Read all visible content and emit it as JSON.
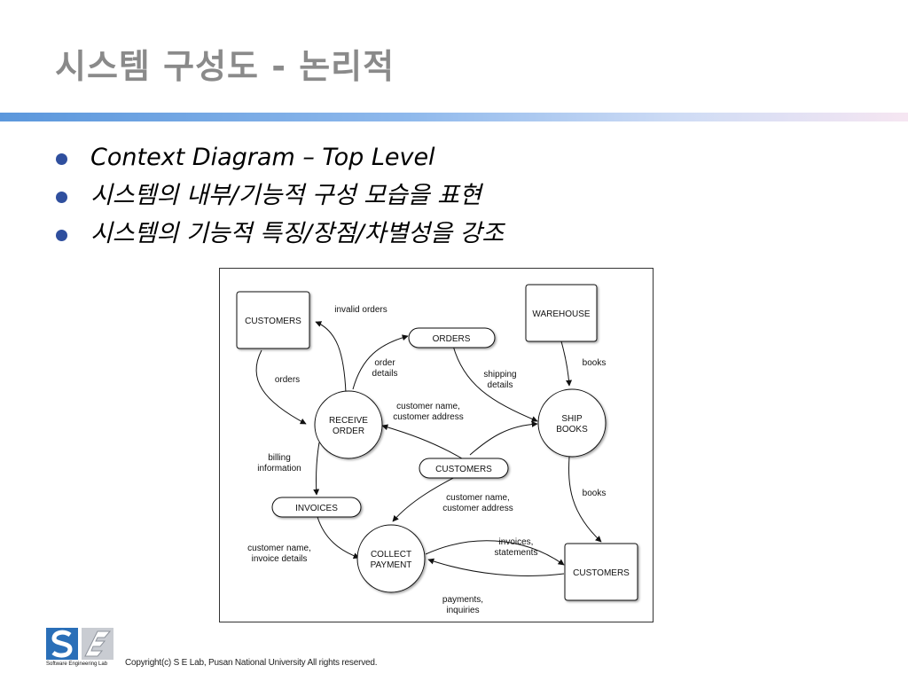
{
  "slide": {
    "title": "시스템 구성도 - 논리적",
    "bullets": [
      "Context Diagram – Top Level",
      "시스템의 내부/기능적 구성 모습을 표현",
      "시스템의 기능적 특징/장점/차별성을 강조"
    ]
  },
  "diagram": {
    "entities": {
      "customers_top": "CUSTOMERS",
      "warehouse": "WAREHOUSE",
      "customers_bottom": "CUSTOMERS"
    },
    "processes": {
      "receive_order": [
        "RECEIVE",
        "ORDER"
      ],
      "ship_books": [
        "SHIP",
        "BOOKS"
      ],
      "collect_payment": [
        "COLLECT",
        "PAYMENT"
      ]
    },
    "stores": {
      "orders": "ORDERS",
      "customers": "CUSTOMERS",
      "invoices": "INVOICES"
    },
    "flows": {
      "invalid_orders": "invalid orders",
      "orders": "orders",
      "order_details": [
        "order",
        "details"
      ],
      "shipping_details": [
        "shipping",
        "details"
      ],
      "books_in": "books",
      "customer_info_to_receive": [
        "customer name,",
        "customer address"
      ],
      "billing_information": [
        "billing",
        "information"
      ],
      "books_out": "books",
      "customer_info_to_collect": [
        "customer name,",
        "customer address"
      ],
      "invoice_details": [
        "customer name,",
        "invoice details"
      ],
      "invoices_statements": [
        "invoices,",
        "statements"
      ],
      "payments_inquiries": [
        "payments,",
        "inquiries"
      ]
    }
  },
  "footer": {
    "logo_caption": "Software Engineering Lab",
    "copyright": "Copyright(c) S E Lab, Pusan National  University  All rights reserved."
  },
  "colors": {
    "title": "#8a8a8a",
    "bullet": "#2f4f9e",
    "logo_blue": "#2a6fb8"
  }
}
